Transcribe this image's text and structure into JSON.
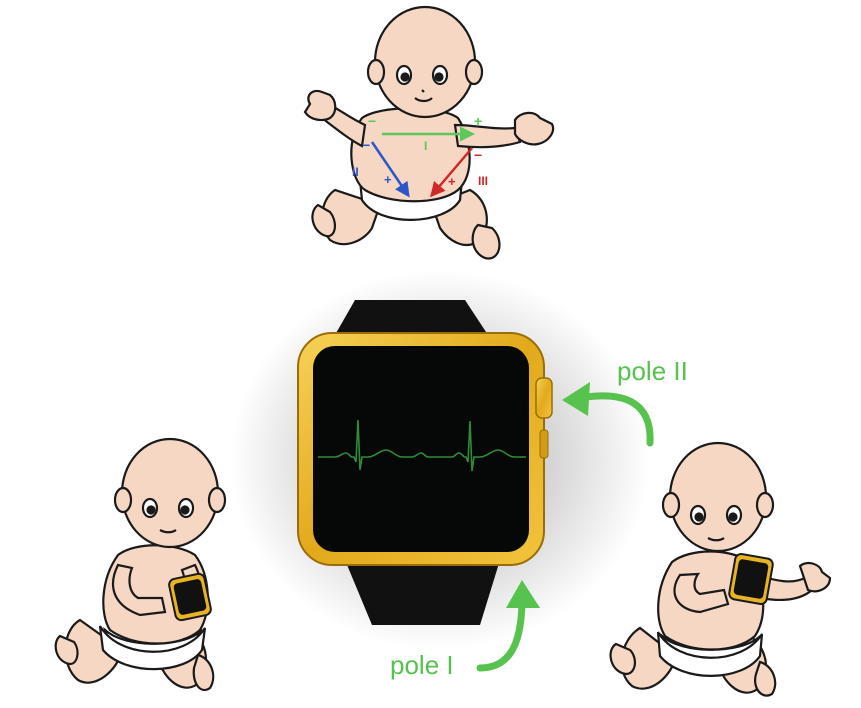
{
  "labels": {
    "pole_one": "pole I",
    "pole_two": "pole II"
  },
  "lead_signs": {
    "lead_one_neg": "−",
    "lead_one_pos": "+",
    "lead_one": "I",
    "lead_two_neg": "−",
    "lead_two_pos": "+",
    "lead_two": "II",
    "lead_three_neg": "−",
    "lead_three_pos": "+",
    "lead_three": "III"
  },
  "colors": {
    "lead_one": "#5cc85a",
    "lead_two": "#2c56c8",
    "lead_three": "#d02828",
    "label_green": "#57c24e",
    "watch_frame": "#e8b426",
    "watch_screen": "#050806",
    "ecg_trace": "#2f8a3a",
    "skin": "#f6d7c4",
    "strap": "#111111"
  },
  "ecg_trace": {
    "description_visible": false
  }
}
